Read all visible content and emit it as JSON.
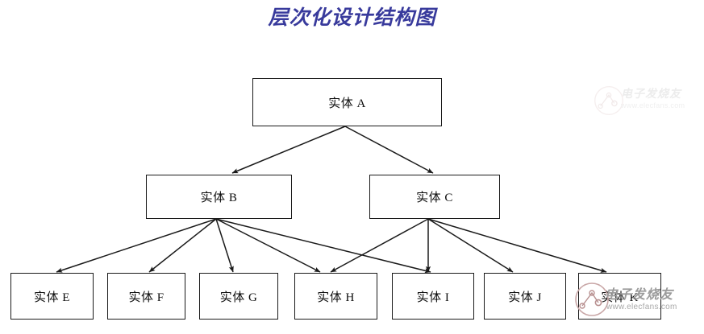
{
  "title": "层次化设计结构图",
  "title_color": "#383a9c",
  "background_color": "#ffffff",
  "node_border_color": "#1a1a1a",
  "edge_color": "#1a1a1a",
  "nodes": {
    "a": {
      "label": "实体 A"
    },
    "b": {
      "label": "实体 B"
    },
    "c": {
      "label": "实体 C"
    },
    "e": {
      "label": "实体 E"
    },
    "f": {
      "label": "实体 F"
    },
    "g": {
      "label": "实体 G"
    },
    "h": {
      "label": "实体 H"
    },
    "i": {
      "label": "实体 I"
    },
    "j": {
      "label": "实体 J"
    },
    "k": {
      "label": "实体 K"
    }
  },
  "edges": [
    {
      "from": "实体 A",
      "to": "实体 B"
    },
    {
      "from": "实体 A",
      "to": "实体 C"
    },
    {
      "from": "实体 B",
      "to": "实体 E"
    },
    {
      "from": "实体 B",
      "to": "实体 F"
    },
    {
      "from": "实体 B",
      "to": "实体 G"
    },
    {
      "from": "实体 B",
      "to": "实体 H"
    },
    {
      "from": "实体 B",
      "to": "实体 I"
    },
    {
      "from": "实体 C",
      "to": "实体 H"
    },
    {
      "from": "实体 C",
      "to": "实体 I"
    },
    {
      "from": "实体 C",
      "to": "实体 J"
    },
    {
      "from": "实体 C",
      "to": "实体 K"
    }
  ],
  "watermark": {
    "brand": "电子发烧友",
    "url": "www.elecfans.com"
  }
}
